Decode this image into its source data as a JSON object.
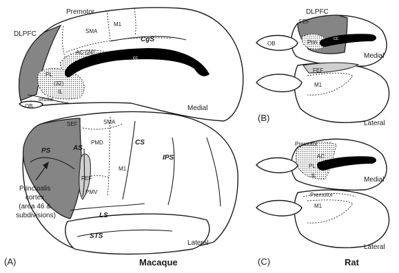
{
  "panel_a": {
    "medial": {
      "premotor": "Premotor",
      "dlpfc": "DLPFC",
      "sma": "SMA",
      "m1": "M1",
      "cgs": "CgS",
      "ac": "AC (24)",
      "cc": "cc",
      "pl": "PL",
      "area32": "(32)",
      "il": "IL",
      "orbital": "orbital",
      "ob": "OB",
      "view": "Medial"
    },
    "lateral": {
      "sef": "SEF",
      "sma": "SMA",
      "pmd": "PMD",
      "m1": "M1",
      "cs": "CS",
      "ips": "IPS",
      "ps": "PS",
      "as": "AS",
      "fef": "FEF",
      "pmv": "PMV",
      "ls": "LS",
      "sts": "STS",
      "view": "Lateral",
      "callout": [
        "Principalis",
        "cortex",
        "(area 46 &",
        "subdivisions)"
      ]
    },
    "panel_label": "(A)",
    "species": "Macaque"
  },
  "panel_b": {
    "dlpfc": "DLPFC",
    "fef_top": "FEF",
    "ob": "OB",
    "prin": "Prin",
    "cc": "cc",
    "medial": "Medial",
    "fef_lat": "FEF",
    "m1": "M1",
    "lateral": "Lateral",
    "panel_label": "(B)"
  },
  "panel_c": {
    "premotor_top": "Premotor",
    "ac": "AC",
    "pl": "PL",
    "il": "IL",
    "medial": "Medial",
    "premotor_lat": "Premotor",
    "m1": "M1",
    "lateral": "Lateral",
    "panel_label": "(C)",
    "species": "Rat"
  },
  "colors": {
    "dark_shade": "#858585",
    "light_shade": "#cfcfcf",
    "ink": "#1a1a1a"
  }
}
